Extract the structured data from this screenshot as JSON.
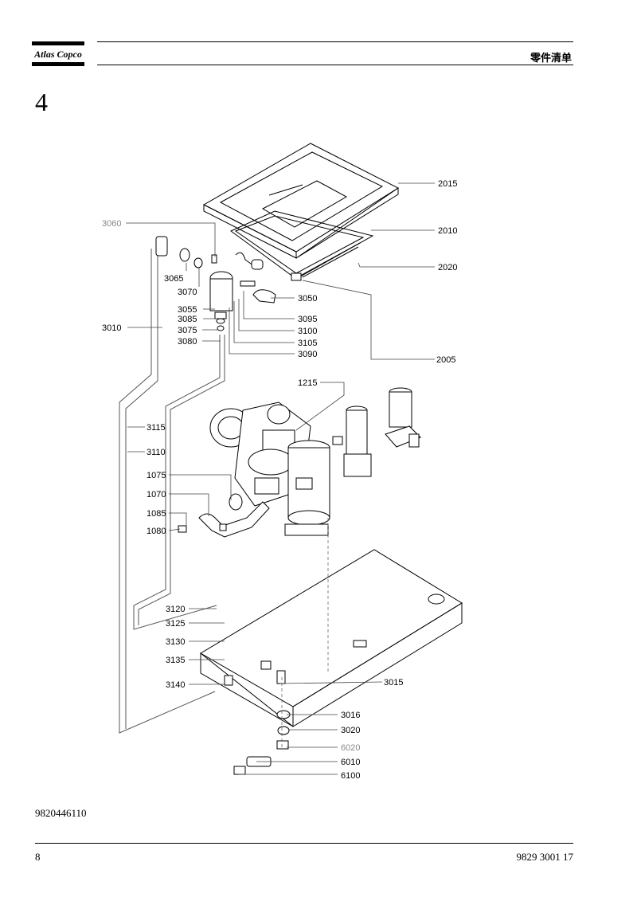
{
  "header": {
    "logo_text": "Atlas Copco",
    "title": "零件清单",
    "colors": {
      "text": "#000000",
      "grey_label": "#888888"
    }
  },
  "section_number": "4",
  "diagram": {
    "callouts": [
      {
        "id": "2015",
        "text": "2015"
      },
      {
        "id": "2010",
        "text": "2010"
      },
      {
        "id": "2020",
        "text": "2020"
      },
      {
        "id": "3060",
        "text": "3060",
        "grey": true
      },
      {
        "id": "3065",
        "text": "3065"
      },
      {
        "id": "3070",
        "text": "3070"
      },
      {
        "id": "3050",
        "text": "3050"
      },
      {
        "id": "3055",
        "text": "3055"
      },
      {
        "id": "3085",
        "text": "3085"
      },
      {
        "id": "3095",
        "text": "3095"
      },
      {
        "id": "3010",
        "text": "3010"
      },
      {
        "id": "3075",
        "text": "3075"
      },
      {
        "id": "3100",
        "text": "3100"
      },
      {
        "id": "3080",
        "text": "3080"
      },
      {
        "id": "3105",
        "text": "3105"
      },
      {
        "id": "3090",
        "text": "3090"
      },
      {
        "id": "2005",
        "text": "2005"
      },
      {
        "id": "1215",
        "text": "1215"
      },
      {
        "id": "3115",
        "text": "3115"
      },
      {
        "id": "3110",
        "text": "3110"
      },
      {
        "id": "1075",
        "text": "1075"
      },
      {
        "id": "1070",
        "text": "1070"
      },
      {
        "id": "1085",
        "text": "1085"
      },
      {
        "id": "1080",
        "text": "1080"
      },
      {
        "id": "3120",
        "text": "3120"
      },
      {
        "id": "3125",
        "text": "3125"
      },
      {
        "id": "3130",
        "text": "3130"
      },
      {
        "id": "3135",
        "text": "3135"
      },
      {
        "id": "3140",
        "text": "3140"
      },
      {
        "id": "3015",
        "text": "3015"
      },
      {
        "id": "3016",
        "text": "3016"
      },
      {
        "id": "3020",
        "text": "3020"
      },
      {
        "id": "6020",
        "text": "6020",
        "grey": true
      },
      {
        "id": "6010",
        "text": "6010"
      },
      {
        "id": "6100",
        "text": "6100"
      }
    ]
  },
  "document_id": "9820446110",
  "footer": {
    "page_number": "8",
    "doc_number": "9829 3001 17"
  }
}
